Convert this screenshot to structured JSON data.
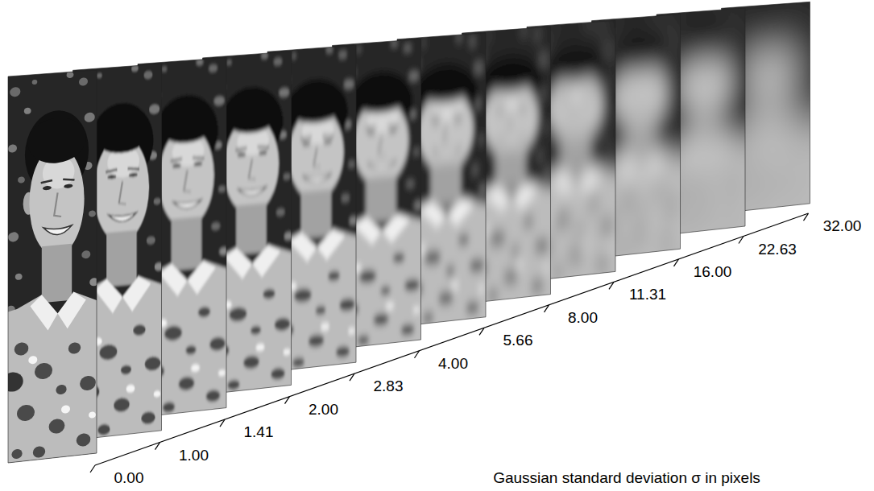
{
  "diagram": {
    "labels": [
      "0.00",
      "1.00",
      "1.41",
      "2.00",
      "2.83",
      "4.00",
      "5.66",
      "8.00",
      "11.31",
      "16.00",
      "22.63",
      "32.00",
      "Gaussian standard deviation σ in pixels"
    ]
  }
}
